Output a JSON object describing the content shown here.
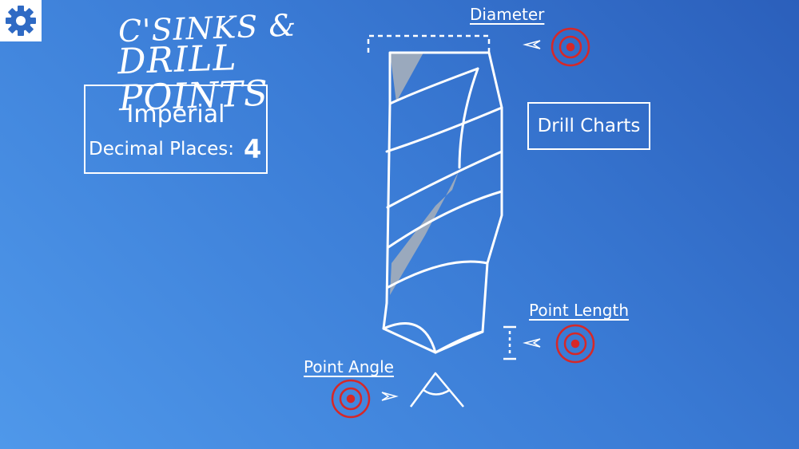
{
  "app": {
    "title_line1": "C'sinks &",
    "title_line2": "Drill Points"
  },
  "settings": {
    "icon": "gear-icon"
  },
  "units": {
    "label": "Imperial",
    "decimal_label": "Decimal Places:",
    "decimal_value": "4"
  },
  "charts": {
    "label": "Drill Charts"
  },
  "targets": {
    "diameter": {
      "label": "Diameter"
    },
    "point_length": {
      "label": "Point Length"
    },
    "point_angle": {
      "label": "Point Angle"
    }
  },
  "colors": {
    "background": "#3a7bd5",
    "foreground": "#ffffff",
    "target": "#d62828",
    "flute": "#9aa9bd"
  }
}
